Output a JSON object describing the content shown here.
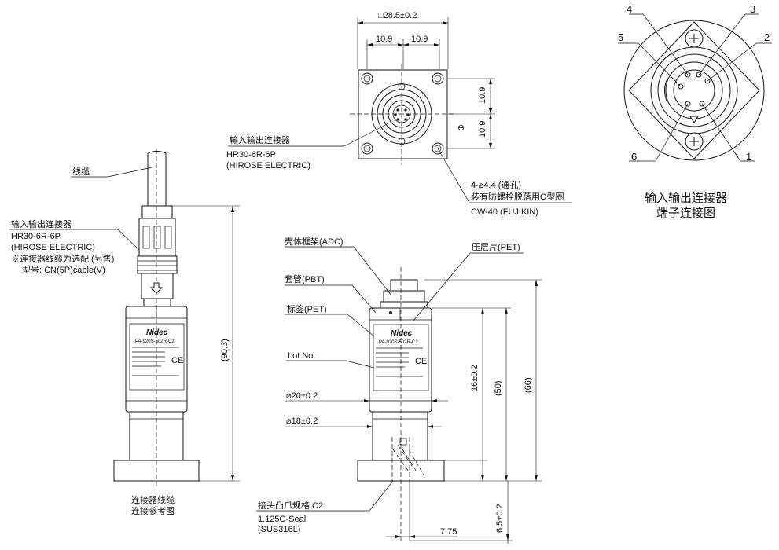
{
  "top_view": {
    "square_dim": "□28.5±0.2",
    "half_w_left": "10.9",
    "half_w_right": "10.9",
    "half_h_top": "10.9",
    "half_h_bottom": "10.9",
    "conn_label_cn": "输入输出连接器",
    "conn_model": "HR30-6R-6P",
    "conn_maker": "(HIROSE ELECTRIC)",
    "hole_line1": "4-⌀4.4 (通孔)",
    "hole_line2": "装有防螺栓脱落用O型圈",
    "hole_line3": "CW-40 (FUJIKIN)"
  },
  "pin_view": {
    "pins": [
      "1",
      "2",
      "3",
      "4",
      "5",
      "6"
    ],
    "caption_line1": "输入输出连接器",
    "caption_line2": "端子连接图"
  },
  "left_view": {
    "cable_label": "线缆",
    "conn_label_cn": "输入输出连接器",
    "conn_model": "HR30-6R-6P",
    "conn_maker": "(HIROSE ELECTRIC)",
    "option_note": "※连接器线缆为选配 (另售)",
    "option_model": "型号: CN(5P)cable(V)",
    "height_dim": "(90.3)",
    "caption_line1": "连接器线缆",
    "caption_line2": "连接参考图"
  },
  "center_view": {
    "housing": "壳体框架(ADC)",
    "laminate": "压层片(PET)",
    "sleeve": "套管(PBT)",
    "label": "标签(PET)",
    "lot": "Lot No.",
    "dia20": "⌀20±0.2",
    "dia18": "⌀18±0.2",
    "seal_line1": "接头凸爪规格:C2",
    "seal_line2": "1.125C-Seal",
    "seal_line3": "(SUS316L)",
    "width_775": "7.75",
    "dim_16": "16±0.2",
    "dim_50": "(50)",
    "dim_66": "(66)",
    "dim_65": "6.5±0.2"
  },
  "product_label": {
    "brand": "Nidec",
    "model": "PA-920S-502R-C2"
  }
}
